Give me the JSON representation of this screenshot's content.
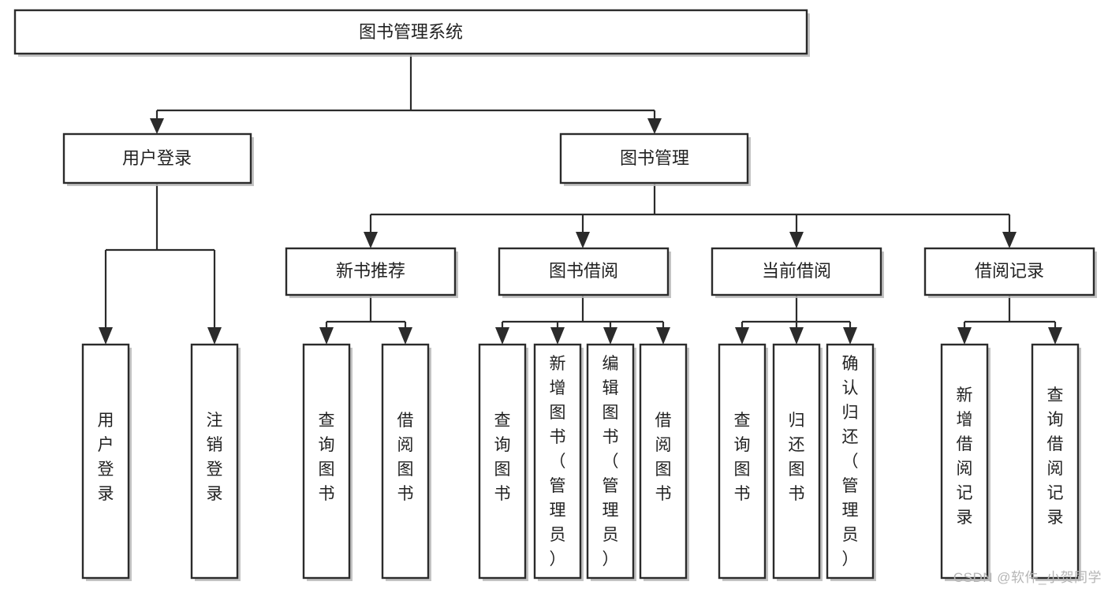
{
  "diagram": {
    "type": "tree-hierarchy-chart",
    "title": "图书管理系统",
    "background_color": "#ffffff",
    "line_color": "#2b2b2b",
    "box_fill": "#ffffff",
    "watermark": "CSDN @软件_小贺同学",
    "levels": {
      "root": {
        "label": "图书管理系统"
      },
      "level2": [
        {
          "label": "用户登录"
        },
        {
          "label": "图书管理"
        }
      ],
      "level3": [
        {
          "label": "新书推荐"
        },
        {
          "label": "图书借阅"
        },
        {
          "label": "当前借阅"
        },
        {
          "label": "借阅记录"
        }
      ],
      "leaves": [
        {
          "label": "用户登录",
          "chars": [
            "用",
            "户",
            "登",
            "录"
          ],
          "parent": "用户登录"
        },
        {
          "label": "注销登录",
          "chars": [
            "注",
            "销",
            "登",
            "录"
          ],
          "parent": "用户登录"
        },
        {
          "label": "查询图书",
          "chars": [
            "查",
            "询",
            "图",
            "书"
          ],
          "parent": "新书推荐"
        },
        {
          "label": "借阅图书",
          "chars": [
            "借",
            "阅",
            "图",
            "书"
          ],
          "parent": "新书推荐"
        },
        {
          "label": "查询图书",
          "chars": [
            "查",
            "询",
            "图",
            "书"
          ],
          "parent": "图书借阅"
        },
        {
          "label": "新增图书（管理员）",
          "chars": [
            "新",
            "增",
            "图",
            "书",
            "（",
            "管",
            "理",
            "员",
            "）"
          ],
          "parent": "图书借阅"
        },
        {
          "label": "编辑图书（管理员）",
          "chars": [
            "编",
            "辑",
            "图",
            "书",
            "（",
            "管",
            "理",
            "员",
            "）"
          ],
          "parent": "图书借阅"
        },
        {
          "label": "借阅图书",
          "chars": [
            "借",
            "阅",
            "图",
            "书"
          ],
          "parent": "图书借阅"
        },
        {
          "label": "查询图书",
          "chars": [
            "查",
            "询",
            "图",
            "书"
          ],
          "parent": "当前借阅"
        },
        {
          "label": "归还图书",
          "chars": [
            "归",
            "还",
            "图",
            "书"
          ],
          "parent": "当前借阅"
        },
        {
          "label": "确认归还（管理员）",
          "chars": [
            "确",
            "认",
            "归",
            "还",
            "（",
            "管",
            "理",
            "员",
            "）"
          ],
          "parent": "当前借阅"
        },
        {
          "label": "新增借阅记录",
          "chars": [
            "新",
            "增",
            "借",
            "阅",
            "记",
            "录"
          ],
          "parent": "借阅记录"
        },
        {
          "label": "查询借阅记录",
          "chars": [
            "查",
            "询",
            "借",
            "阅",
            "记",
            "录"
          ],
          "parent": "借阅记录"
        }
      ]
    }
  }
}
